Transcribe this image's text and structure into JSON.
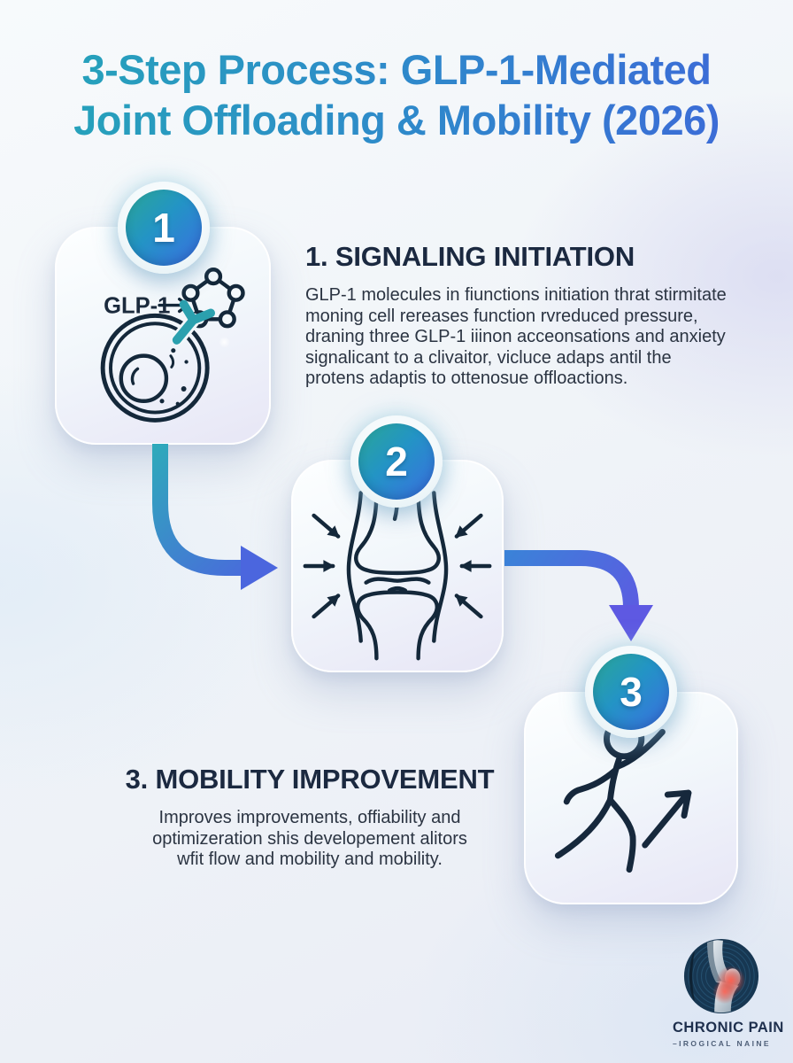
{
  "title": {
    "lines": [
      "3-Step Process: GLP-1-Mediated",
      "Joint Offloading & Mobility (2026)"
    ]
  },
  "steps": [
    {
      "number": "1",
      "heading": "1. SIGNALING INITIATION",
      "body_lines": [
        "GLP-1 molecules in fiunctions initiation thrat stirmitate",
        "moning cell rereases function rvreduced pressure,",
        "draning three GLP-1 iiinon acceonsations and anxiety",
        "signalicant to a clivaitor, vicluce adaps antil the",
        "protens adaptis to ottenosue offloactions."
      ],
      "icon": "glp1-receptor-cell-icon",
      "icon_label": "GLP-1"
    },
    {
      "number": "2",
      "icon": "knee-joint-compression-icon"
    },
    {
      "number": "3",
      "heading": "3. MOBILITY IMPROVEMENT",
      "body_lines": [
        "Improves improvements, offiability and",
        "optimizeration shis developement alitors",
        "wfit flow and mobility and mobility."
      ],
      "icon": "runner-progress-icon"
    }
  ],
  "logo": {
    "name": "CHRONIC PAIN",
    "tagline": "–IROGICAL NAINE",
    "icon": "knee-xray-logo-icon"
  },
  "colors": {
    "title_gradient_start": "#25a4b9",
    "title_gradient_end": "#3d68d8",
    "badge_gradient_start": "#2aa795",
    "badge_gradient_end": "#3b6ee2",
    "arrow_teal": "#2fa9bb",
    "arrow_blue": "#3b82d8",
    "arrow_indigo": "#5e59e2",
    "heading_text": "#1b2940",
    "body_text": "#2b3442",
    "line_art": "#14283a",
    "receptor_teal": "#2ba0ae"
  }
}
